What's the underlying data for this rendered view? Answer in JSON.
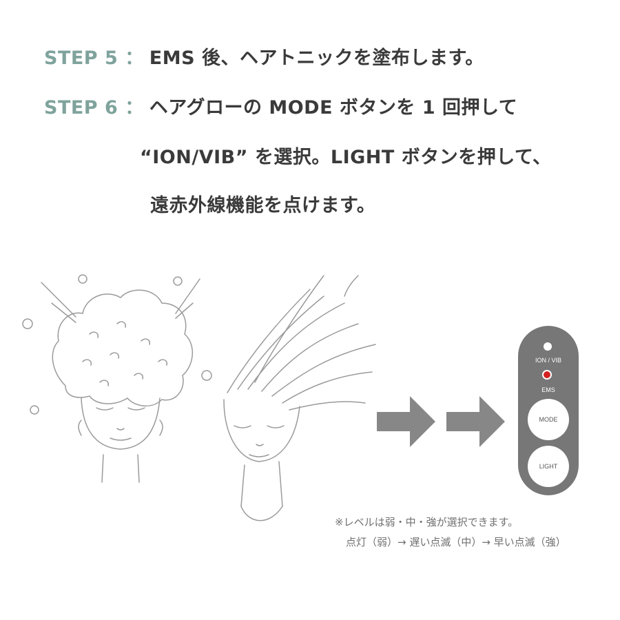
{
  "steps": [
    {
      "label": "STEP 5",
      "sep": "：",
      "text": "EMS 後、ヘアトニックを塗布します。"
    },
    {
      "label": "STEP 6",
      "sep": "：",
      "text": "ヘアグローの MODE ボタンを 1 回押して"
    }
  ],
  "step6_cont_1": "“ION/VIB” を選択。LIGHT ボタンを押して、",
  "step6_cont_2": "遠赤外線機能を点けます。",
  "remote": {
    "ion_vib_label": "ION / VIB",
    "ems_label": "EMS",
    "mode_button": "MODE",
    "light_button": "LIGHT",
    "indicator_color": "#d42020",
    "body_color": "#777777"
  },
  "notes": {
    "line1": "※レベルは弱・中・強が選択できます。",
    "line2": "点灯（弱）→ 遅い点滅（中）→ 早い点滅（強）"
  },
  "colors": {
    "step_label": "#7fa39c",
    "text": "#3a3a3a",
    "arrow": "#878787"
  },
  "icons": [
    "arrow-right-icon",
    "arrow-right-icon"
  ]
}
